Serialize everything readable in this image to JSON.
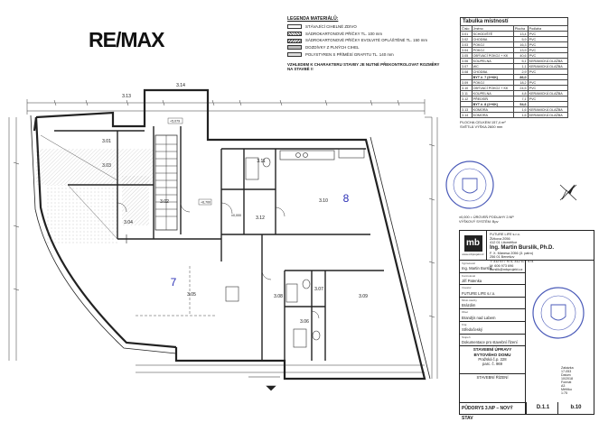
{
  "brand": {
    "logo_text": "RE/MAX",
    "logo_re": "RE/",
    "logo_max": "MAX"
  },
  "legend": {
    "title": "LEGENDA MATERIÁLŮ:",
    "items": [
      {
        "label": "STÁVAJÍCÍ CIHELNÉ ZDIVO"
      },
      {
        "label": "SÁDROKARTONOVÉ PŘÍČKY TL. 100 mm"
      },
      {
        "label": "SÁDROKARTONOVÉ PŘÍČKY EVOLVITÉ OPLÁŠTĚNÉ TL. 150 mm"
      },
      {
        "label": "DOZDÍVKY Z PLNÝCH CIHEL"
      },
      {
        "label": "POLYSTYREN S PŘÍMĚSÍ GRAFITU TL. 140 mm"
      }
    ],
    "note": "VZHLEDEM K CHARAKTERU STAVBY JE NUTNÉ PŘEKONTROLOVAT ROZMĚRY NA STAVBĚ !!"
  },
  "room_table": {
    "title": "Tabulka místností",
    "headers": [
      "Číslo",
      "Jméno",
      "Plocha",
      "Podlaha"
    ],
    "rows": [
      [
        "3.01",
        "SCHODIŠTĚ",
        "13,4",
        "PVC"
      ],
      [
        "3.02",
        "CHODBA",
        "5,9",
        "PVC"
      ],
      [
        "3.03",
        "POKOJ",
        "16,3",
        "PVC"
      ],
      [
        "3.04",
        "POKOJ",
        "13,9",
        "PVC"
      ],
      [
        "3.05",
        "OBÝVACÍ POKOJ + KK",
        "40,6",
        "PVC"
      ],
      [
        "3.06",
        "KOUPELNA",
        "5,1",
        "KERAMICKÁ DLAŽBA"
      ],
      [
        "3.07",
        "WC",
        "1,1",
        "KERAMICKÁ DLAŽBA"
      ],
      [
        "3.08",
        "CHODBA",
        "2,9",
        "PVC"
      ]
    ],
    "sum1": [
      "",
      "BYT č. 7 (3+KK)",
      "86,0",
      ""
    ],
    "rows2": [
      [
        "3.09",
        "POKOJ",
        "18,2",
        "PVC"
      ],
      [
        "3.10",
        "OBÝVACÍ POKOJ + KK",
        "24,5",
        "PVC"
      ],
      [
        "3.11",
        "KOUPELNA",
        "4,8",
        "KERAMICKÁ DLAŽBA"
      ],
      [
        "3.12",
        "PŘEDSÍŇ",
        "7,1",
        "PVC"
      ]
    ],
    "sum2": [
      "",
      "BYT č. 8 (2+KK)",
      "54,6",
      ""
    ],
    "rows3": [
      [
        "3.13",
        "KOMORA",
        "1,6",
        "KERAMICKÁ DLAŽBA"
      ],
      [
        "3.14",
        "KOMORA",
        "1,6",
        "KERAMICKÁ DLAŽBA"
      ]
    ],
    "total": "PLOCHA CELKEM 157,4 m²",
    "height": "SVĚTLÁ VÝŠKA 2600 mm"
  },
  "coord_note": "±0,000 = ÚROVEŇ PODLAHY 2.NP",
  "coord_note2": "VÝŠKOVÝ SYSTÉM: Bpv",
  "title_block": {
    "company_line1": "FUTURE LIFE s.r.o.",
    "company_line2": "Žižkova 2056",
    "company_line3": "412 01 Litoměřice",
    "logo_mark": "mb",
    "web": "www.mbprojekt.cz",
    "engineer": "Ing. Martin Burslík, Ph.D.",
    "address1": "F. X. Mánesa 2056 (3. patro)",
    "address2": "256 01 Benešov",
    "phone": "T: 312 677 973, 312 677 974",
    "phone2": "M: 606 973 696",
    "email": "burslik@mbprojekt.cz",
    "rows": [
      {
        "label": "Vypracoval",
        "value": "Ing. Martin Burslík"
      },
      {
        "label": "Kontroloval",
        "value": "Jiří Patenka"
      },
      {
        "label": "Investor",
        "value": "FUTURE LIFE s.r.o."
      },
      {
        "label": "Místo stavby",
        "value": "Brázdim"
      },
      {
        "label": "Obec",
        "value": "Brandýs nad Labem"
      },
      {
        "label": "Kraj",
        "value": "Středočeský"
      },
      {
        "label": "Stupeň",
        "value": "Dokumentace pro stavební řízení"
      }
    ],
    "project_title1": "STAVEBNÍ ÚPRAVY",
    "project_title2": "BYTOVÉHO DOMU",
    "project_addr1": "Pražská č.p. 228",
    "project_addr2": "parc. č. 969",
    "project_stage": "STAVEBNÍ ŘÍZENÍ",
    "drawing_title": "PŮDORYS 3.NP – NOVÝ STAV",
    "side_labels": [
      "Zakázka",
      "Datum",
      "Formát",
      "Měřítko"
    ],
    "side_values": [
      "17-053",
      "10/2018",
      "A3",
      "1:75"
    ],
    "sheet_no": "D.1.1",
    "drawing_no": "b.10"
  },
  "plan": {
    "flat_7_number": "7",
    "flat_8_number": "8",
    "rooms": [
      {
        "id": "3.01",
        "label": "3.01"
      },
      {
        "id": "3.02",
        "label": "3.02"
      },
      {
        "id": "3.03",
        "label": "3.03"
      },
      {
        "id": "3.04",
        "label": "3.04"
      },
      {
        "id": "3.05",
        "label": "3.05"
      },
      {
        "id": "3.06",
        "label": "3.06"
      },
      {
        "id": "3.07",
        "label": "3.07"
      },
      {
        "id": "3.08",
        "label": "3.08"
      },
      {
        "id": "3.09",
        "label": "3.09"
      },
      {
        "id": "3.10",
        "label": "3.10"
      },
      {
        "id": "3.11",
        "label": "3.11"
      },
      {
        "id": "3.12",
        "label": "3.12"
      },
      {
        "id": "3.13",
        "label": "3.13"
      },
      {
        "id": "3.14",
        "label": "3.14"
      }
    ],
    "level_marks": [
      "±0,000",
      "+5,079",
      "+6,700"
    ],
    "accent_color": "#2a2fb5",
    "line_color": "#222222",
    "hatch_color": "#888888",
    "stamp_color": "#4a5ab8"
  }
}
